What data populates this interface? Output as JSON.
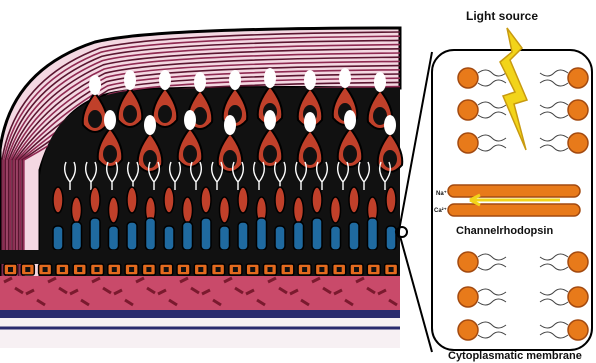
{
  "labels": {
    "light_source": "Light source",
    "channelrhodopsin": "Channelrhodopsin",
    "cytoplasmatic_membrane": "Cytoplasmatic membrane",
    "sodium": "Na⁺",
    "calcium": "Ca²⁺"
  },
  "colors": {
    "muscle": "#8f2a52",
    "photoreceptor_nucleus": "#c0402a",
    "rod_outer_segment": "#1f6aa0",
    "pigment_orange": "#e36a1e",
    "light_bolt": "#f2d41a",
    "channel": "#e87a1a"
  }
}
